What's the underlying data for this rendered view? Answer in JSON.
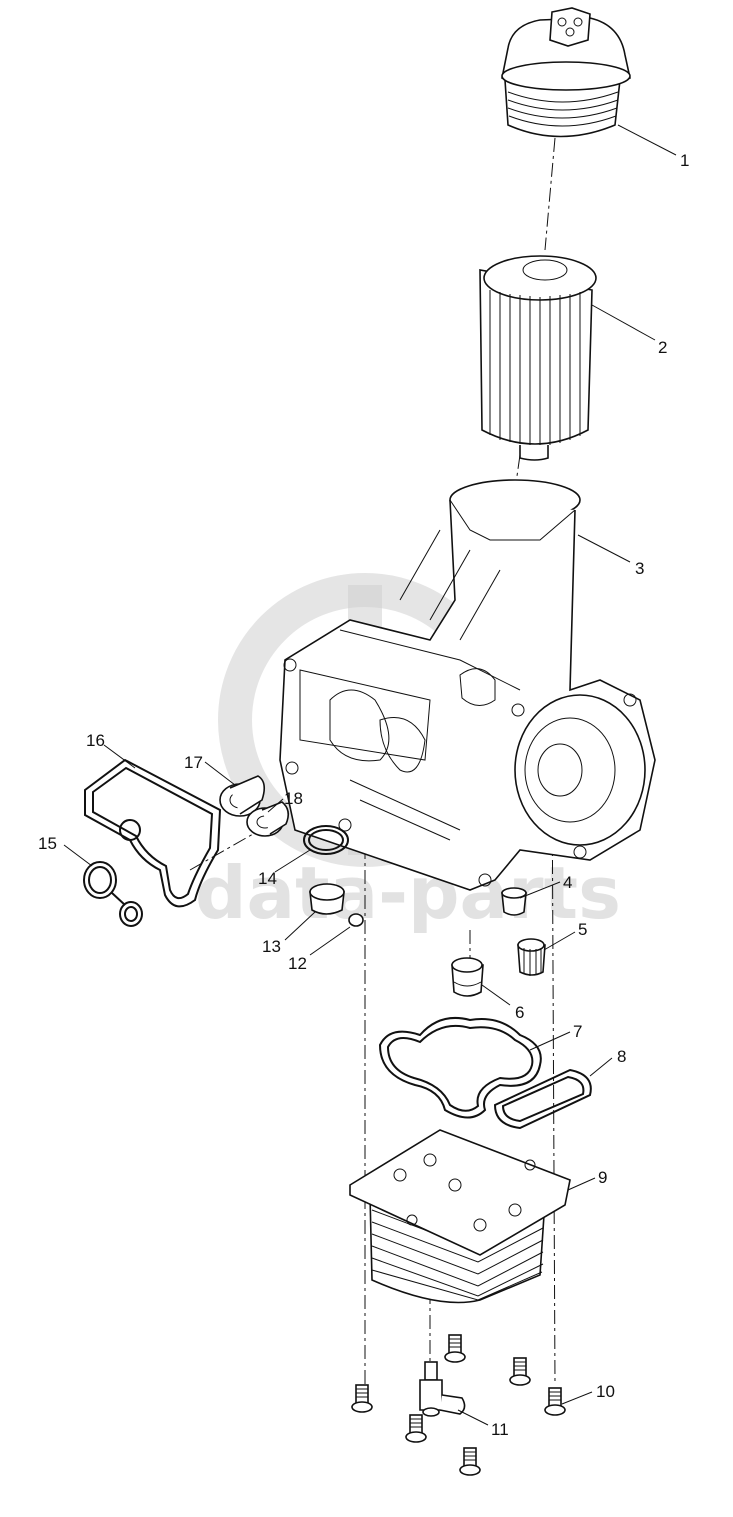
{
  "watermark": {
    "text": "data-parts"
  },
  "parts": [
    {
      "number": "1",
      "name": "oil-filter-cap"
    },
    {
      "number": "2",
      "name": "oil-filter-element"
    },
    {
      "number": "3",
      "name": "oil-filter-housing"
    },
    {
      "number": "4",
      "name": "check-valve"
    },
    {
      "number": "5",
      "name": "strainer"
    },
    {
      "number": "6",
      "name": "valve"
    },
    {
      "number": "7",
      "name": "oil-cooler-gasket"
    },
    {
      "number": "8",
      "name": "seal"
    },
    {
      "number": "9",
      "name": "oil-cooler"
    },
    {
      "number": "10",
      "name": "bolt"
    },
    {
      "number": "11",
      "name": "sensor"
    },
    {
      "number": "12",
      "name": "ball-plug"
    },
    {
      "number": "13",
      "name": "plug"
    },
    {
      "number": "14",
      "name": "o-ring"
    },
    {
      "number": "15",
      "name": "seal"
    },
    {
      "number": "16",
      "name": "gasket"
    },
    {
      "number": "17",
      "name": "thermostat"
    },
    {
      "number": "18",
      "name": "valve"
    }
  ]
}
